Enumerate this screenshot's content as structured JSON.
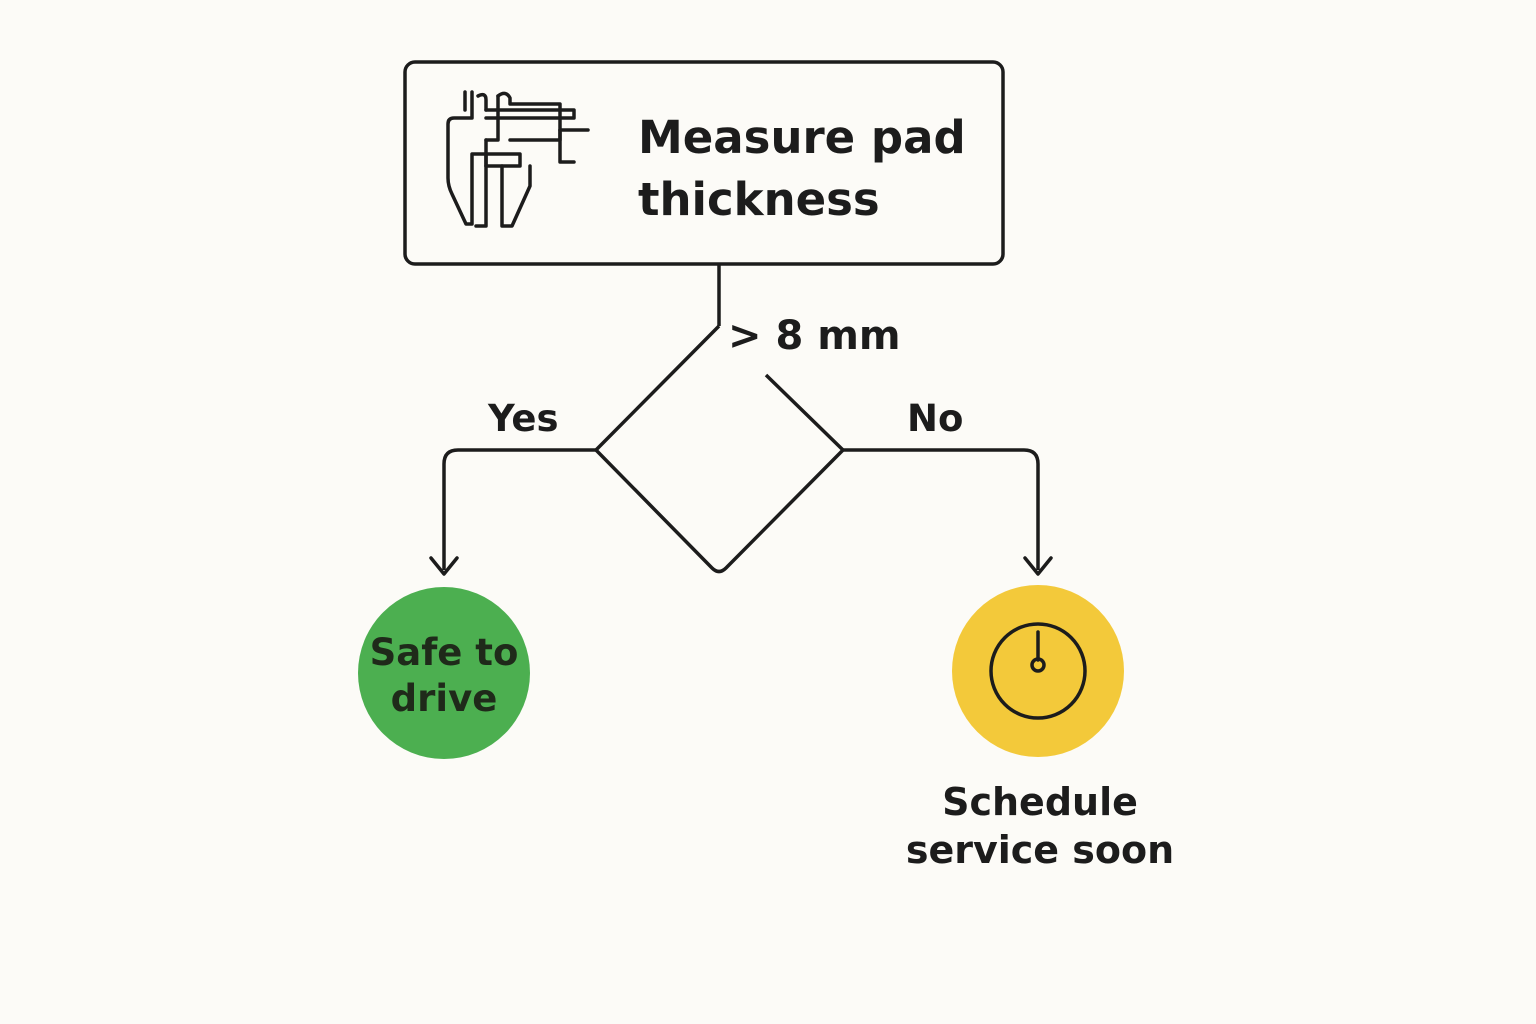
{
  "diagram": {
    "start_box": {
      "title": "Measure pad thickness",
      "icon": "caliper-icon"
    },
    "decision": {
      "label": "> 8 mm"
    },
    "branches": {
      "yes_label": "Yes",
      "no_label": "No"
    },
    "outcomes": {
      "safe": {
        "label": "Safe to drive",
        "color": "#4caf50"
      },
      "schedule": {
        "label": "Schedule service soon",
        "color": "#f3c93a",
        "icon": "gauge-icon"
      }
    },
    "colors": {
      "line": "#1c1c1c",
      "background": "#fcfbf7"
    }
  }
}
